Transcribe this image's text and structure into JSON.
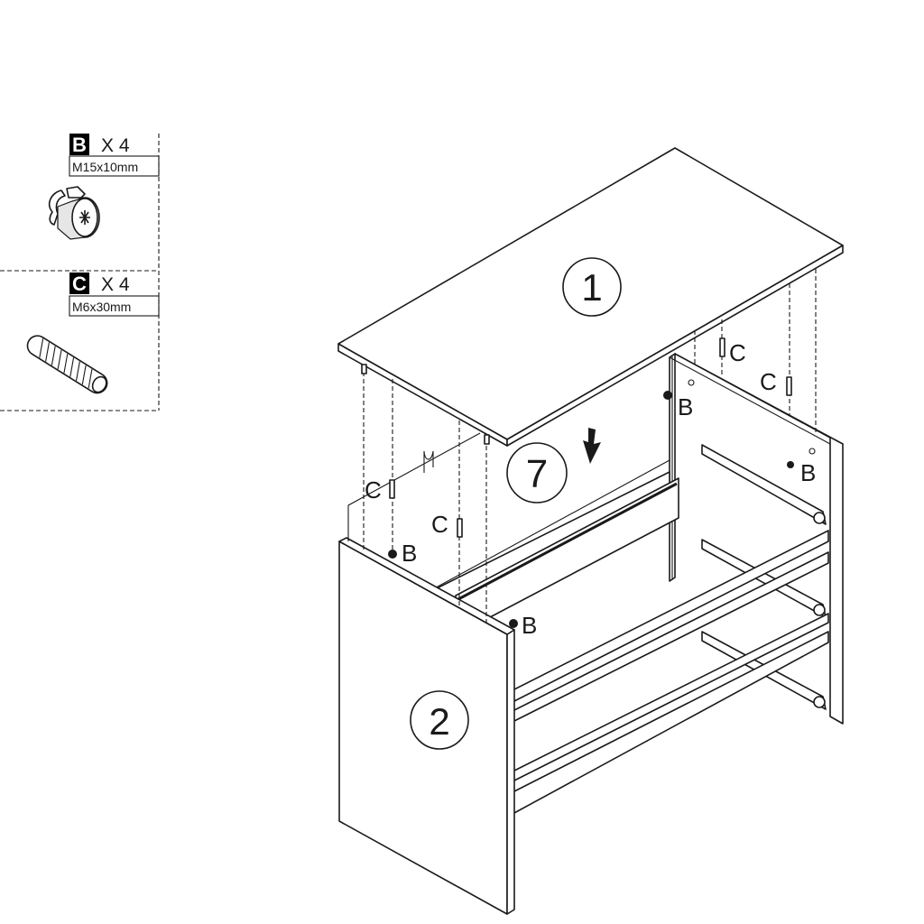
{
  "parts_legend": {
    "items": [
      {
        "letter": "B",
        "quantity": "X 4",
        "spec": "M15x10mm",
        "icon": "cam-lock-icon"
      },
      {
        "letter": "C",
        "quantity": "X 4",
        "spec": "M6x30mm",
        "icon": "wooden-dowel-icon"
      }
    ]
  },
  "step": {
    "number": "7",
    "arrow": "down-arrow-icon"
  },
  "panels": [
    {
      "number": "1",
      "name": "top-panel"
    },
    {
      "number": "2",
      "name": "side-panel"
    }
  ],
  "hardware_callouts": {
    "dowel": "C",
    "cam": "B"
  },
  "colors": {
    "ink": "#1a1a1a",
    "paper": "#ffffff",
    "label_bg": "#000000"
  }
}
